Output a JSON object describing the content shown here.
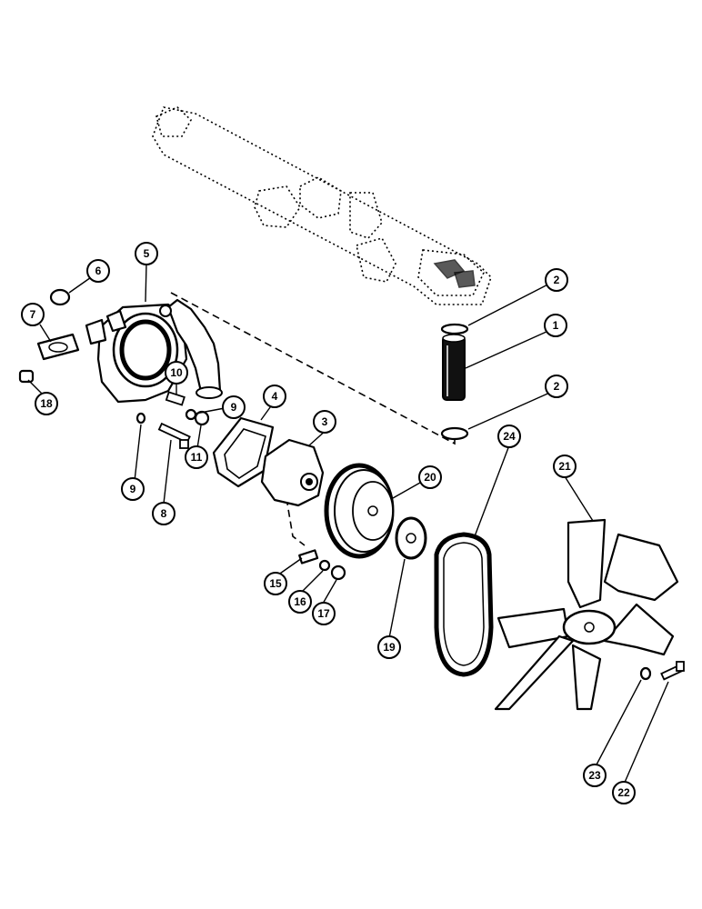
{
  "diagram": {
    "type": "exploded-parts-view",
    "callouts": [
      {
        "id": "c1",
        "label": "1"
      },
      {
        "id": "c2a",
        "label": "2"
      },
      {
        "id": "c2b",
        "label": "2"
      },
      {
        "id": "c3",
        "label": "3"
      },
      {
        "id": "c4",
        "label": "4"
      },
      {
        "id": "c5",
        "label": "5"
      },
      {
        "id": "c6",
        "label": "6"
      },
      {
        "id": "c7",
        "label": "7"
      },
      {
        "id": "c8",
        "label": "8"
      },
      {
        "id": "c9a",
        "label": "9"
      },
      {
        "id": "c9b",
        "label": "9"
      },
      {
        "id": "c10",
        "label": "10"
      },
      {
        "id": "c11",
        "label": "11"
      },
      {
        "id": "c15",
        "label": "15"
      },
      {
        "id": "c16",
        "label": "16"
      },
      {
        "id": "c17",
        "label": "17"
      },
      {
        "id": "c18",
        "label": "18"
      },
      {
        "id": "c19",
        "label": "19"
      },
      {
        "id": "c20",
        "label": "20"
      },
      {
        "id": "c21",
        "label": "21"
      },
      {
        "id": "c22",
        "label": "22"
      },
      {
        "id": "c23",
        "label": "23"
      },
      {
        "id": "c24",
        "label": "24"
      }
    ]
  }
}
